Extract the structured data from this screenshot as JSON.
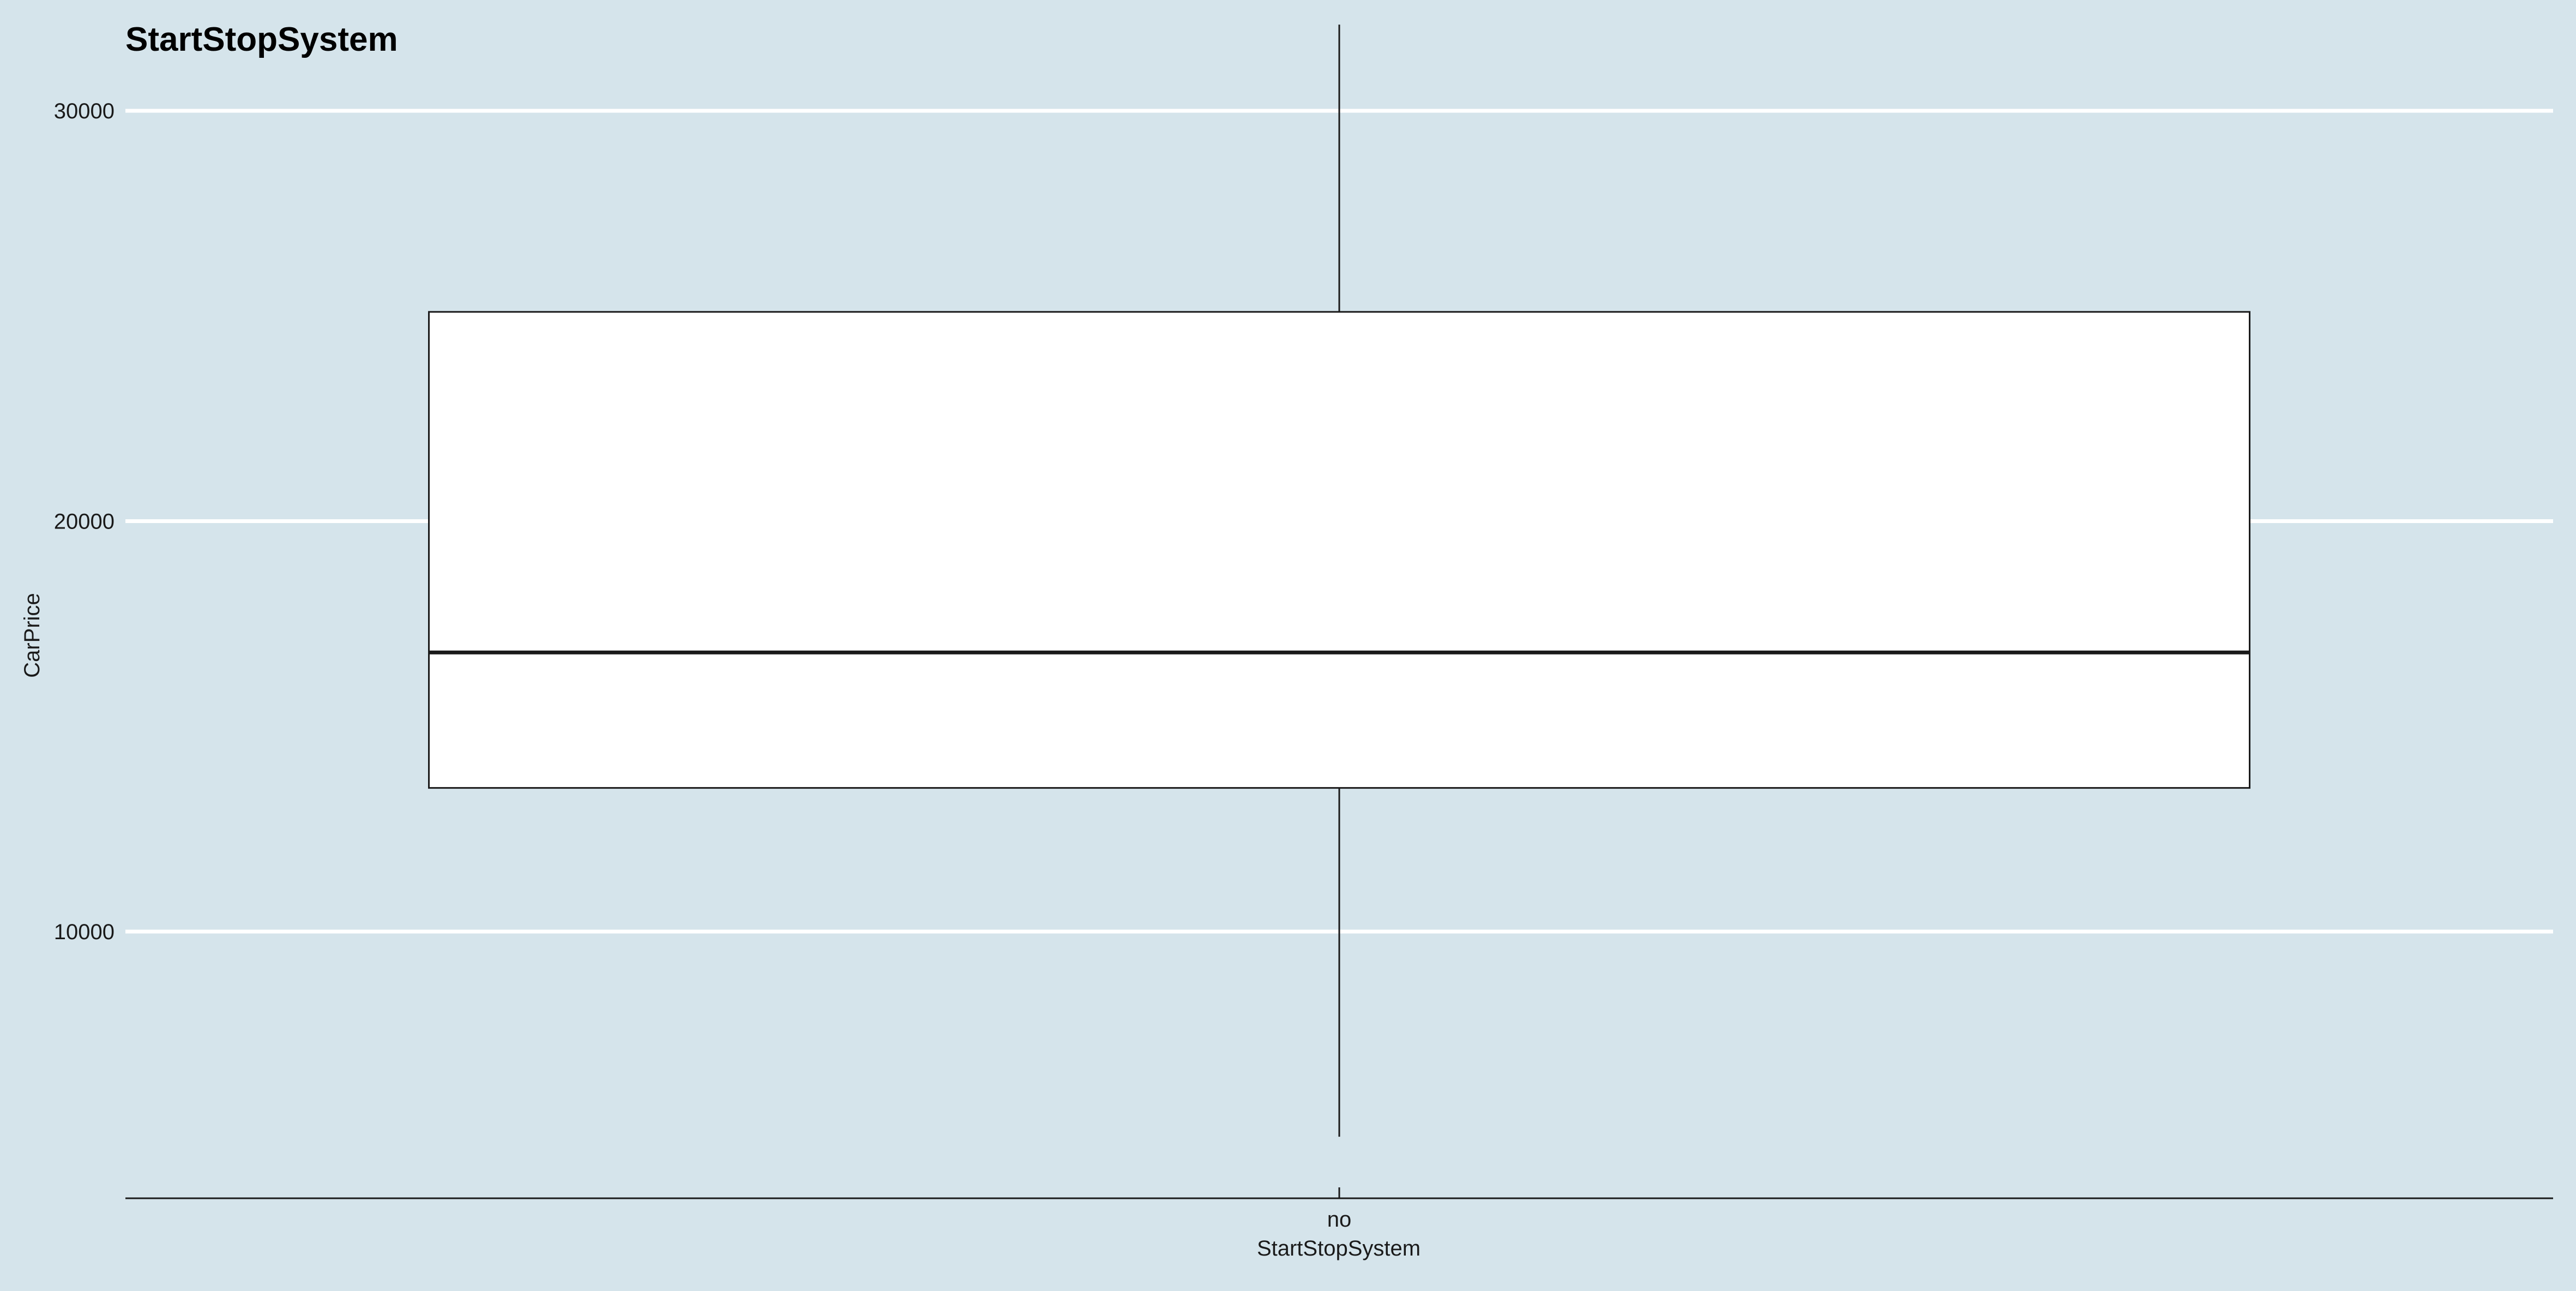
{
  "colors": {
    "background": "#d5e4eb",
    "gridline": "#ffffff",
    "box_fill": "#ffffff",
    "box_stroke": "#1a1a1a",
    "axis_line": "#1a1a1a",
    "text": "#000000"
  },
  "chart_data": {
    "type": "boxplot",
    "title": "StartStopSystem",
    "xlabel": "StartStopSystem",
    "ylabel": "CarPrice",
    "categories": [
      "no"
    ],
    "boxes": [
      {
        "category": "no",
        "whisker_low": 5000,
        "q1": 13500,
        "median": 16800,
        "q3": 25100,
        "whisker_high": 32100
      }
    ],
    "y_ticks": [
      10000,
      20000,
      30000
    ],
    "y_tick_labels": [
      "10000",
      "20000",
      "30000"
    ],
    "ylim": [
      3500,
      32700
    ],
    "grid": "horizontal major",
    "legend": "none"
  }
}
